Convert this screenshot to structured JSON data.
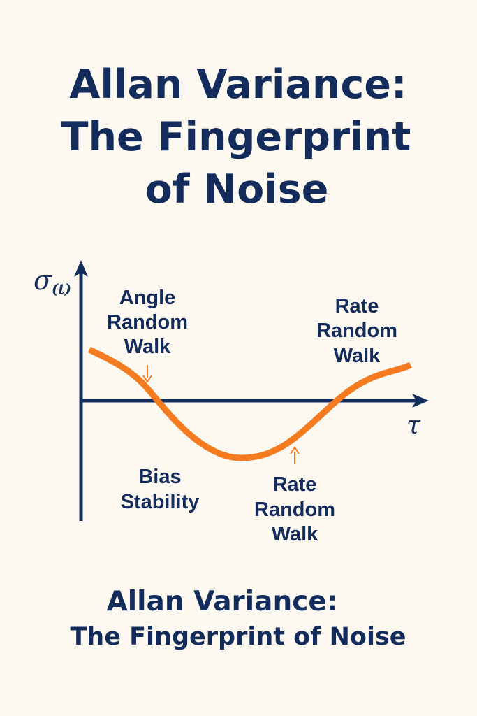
{
  "title": {
    "lines": [
      "Allan Variance:",
      "The Fingerprint",
      "of Noise"
    ]
  },
  "diagram": {
    "y_axis_label": "σ",
    "y_axis_subscript": "(t)",
    "x_axis_label": "τ",
    "annotations": {
      "angle_random_walk": [
        "Angle",
        "Random",
        "Walk"
      ],
      "rate_random_walk_top": [
        "Rate",
        "Random",
        "Walk"
      ],
      "bias_stability": [
        "Bias",
        "Stability"
      ],
      "rate_random_walk_bottom": [
        "Rate",
        "Random",
        "Walk"
      ]
    },
    "colors": {
      "curve": "#f47b20",
      "axes": "#142c5c",
      "text": "#142c5c",
      "background": "#fdf9f1"
    }
  },
  "subtitle": {
    "lines": [
      "Allan Variance:",
      "The Fingerprint of Noise"
    ]
  }
}
